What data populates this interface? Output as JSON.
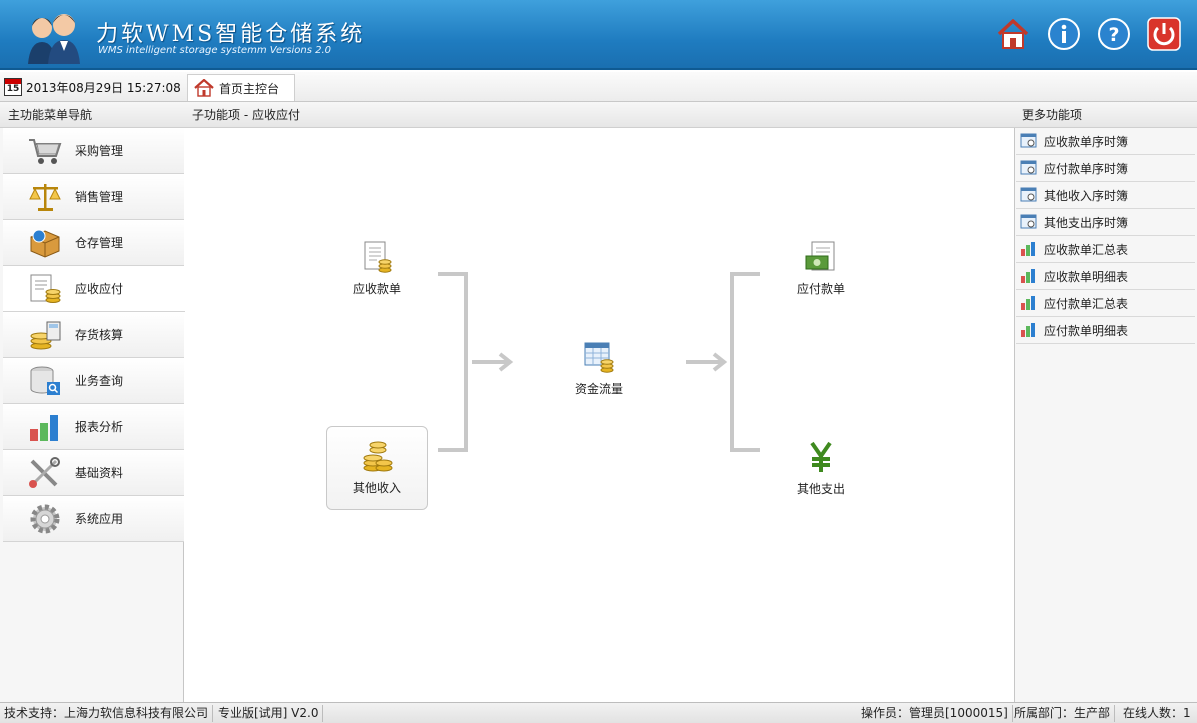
{
  "header": {
    "title": "力软WMS智能仓储系统",
    "subtitle": "WMS intelligent storage systemm Versions 2.0",
    "buttons": [
      "home-icon",
      "info-icon",
      "help-icon",
      "power-icon"
    ]
  },
  "tabbar": {
    "calendar_day": "15",
    "datetime": "2013年08月29日 15:27:08",
    "home_tab": "首页主控台"
  },
  "left_panel": {
    "title": "主功能菜单导航",
    "items": [
      {
        "label": "采购管理",
        "icon": "shopping-cart-icon"
      },
      {
        "label": "销售管理",
        "icon": "scale-icon"
      },
      {
        "label": "仓存管理",
        "icon": "package-icon"
      },
      {
        "label": "应收应付",
        "icon": "invoice-coins-icon"
      },
      {
        "label": "存货核算",
        "icon": "calculator-coins-icon"
      },
      {
        "label": "业务查询",
        "icon": "database-search-icon"
      },
      {
        "label": "报表分析",
        "icon": "bar-chart-icon"
      },
      {
        "label": "基础资料",
        "icon": "tools-icon"
      },
      {
        "label": "系统应用",
        "icon": "gear-icon"
      }
    ],
    "active_index": 3
  },
  "center_panel": {
    "title": "子功能项 - 应收应付",
    "nodes": {
      "receivable": "应收款单",
      "other_income": "其他收入",
      "cash_flow": "资金流量",
      "payable": "应付款单",
      "other_expense": "其他支出"
    }
  },
  "right_panel": {
    "title": "更多功能项",
    "items": [
      {
        "label": "应收款单序时簿",
        "icon": "ledger-search-icon"
      },
      {
        "label": "应付款单序时簿",
        "icon": "ledger-search-icon"
      },
      {
        "label": "其他收入序时簿",
        "icon": "ledger-search-icon"
      },
      {
        "label": "其他支出序时簿",
        "icon": "ledger-search-icon"
      },
      {
        "label": "应收款单汇总表",
        "icon": "report-chart-icon"
      },
      {
        "label": "应收款单明细表",
        "icon": "report-chart-icon"
      },
      {
        "label": "应付款单汇总表",
        "icon": "report-chart-icon"
      },
      {
        "label": "应付款单明细表",
        "icon": "report-chart-icon"
      }
    ]
  },
  "status": {
    "support": "技术支持：上海力软信息科技有限公司",
    "edition": "专业版[试用] V2.0",
    "operator": "操作员：管理员[1000015]",
    "department": "所属部门：生产部",
    "online": "在线人数：1"
  }
}
